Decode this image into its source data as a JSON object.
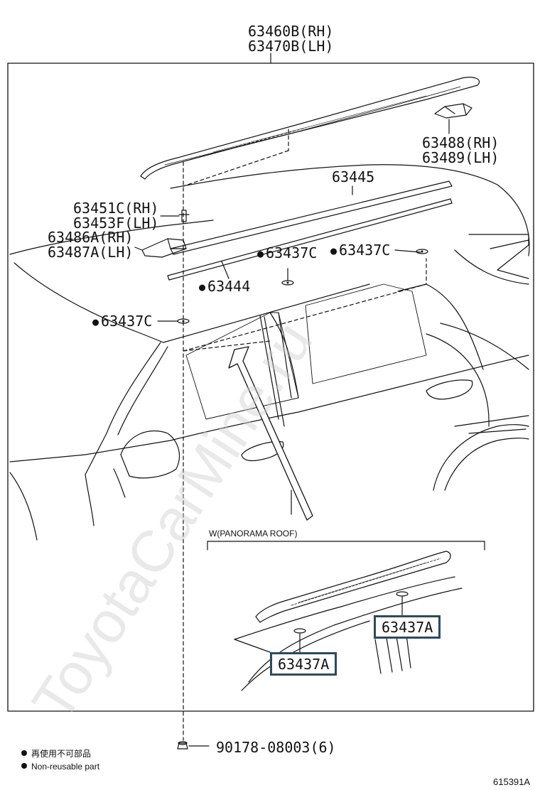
{
  "labels": {
    "roof_rail_rh": "63460B(RH)",
    "roof_rail_lh": "63470B(LH)",
    "end_cover_rh": "63488(RH)",
    "end_cover_lh": "63489(LH)",
    "moulding_63445": "63445",
    "clip_rh": "63451C(RH)",
    "clip_lh": "63453F(LH)",
    "cover_rh": "63486A(RH)",
    "cover_lh": "63487A(LH)",
    "clip_63437c_a": "63437C",
    "clip_63437c_b": "63437C",
    "clip_63437c_c": "63437C",
    "moulding_63444": "63444",
    "screw": "90178-08003(6)",
    "panorama_title": "W(PANORAMA ROOF)",
    "panorama_clip_right": "63437A",
    "panorama_clip_left": "63437A",
    "diagram_id": "615391A"
  },
  "legend": {
    "line_jp": "再使用不可部品",
    "line_en": "Non-reusable part"
  },
  "watermark": "ToyotaCarMine.ru"
}
